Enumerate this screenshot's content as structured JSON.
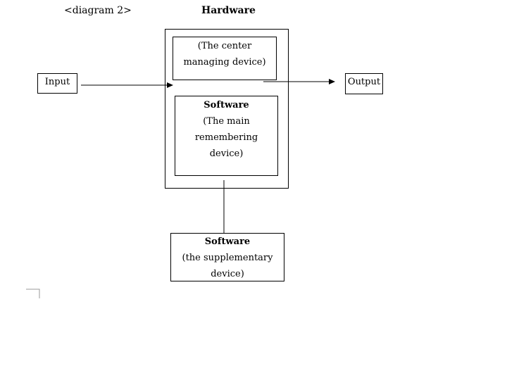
{
  "caption": "<diagram 2>",
  "hardware": {
    "title": "Hardware"
  },
  "center_device": {
    "line1": "(The center",
    "line2": "managing device)"
  },
  "main_memory": {
    "title": "Software",
    "line1": "(The main",
    "line2": "remembering",
    "line3": "device)"
  },
  "supplementary": {
    "title": "Software",
    "line1": "(the supplementary",
    "line2": "device)"
  },
  "input": {
    "label": "Input"
  },
  "output": {
    "label": "Output"
  },
  "colors": {
    "line": "#000000",
    "background": "#ffffff"
  }
}
